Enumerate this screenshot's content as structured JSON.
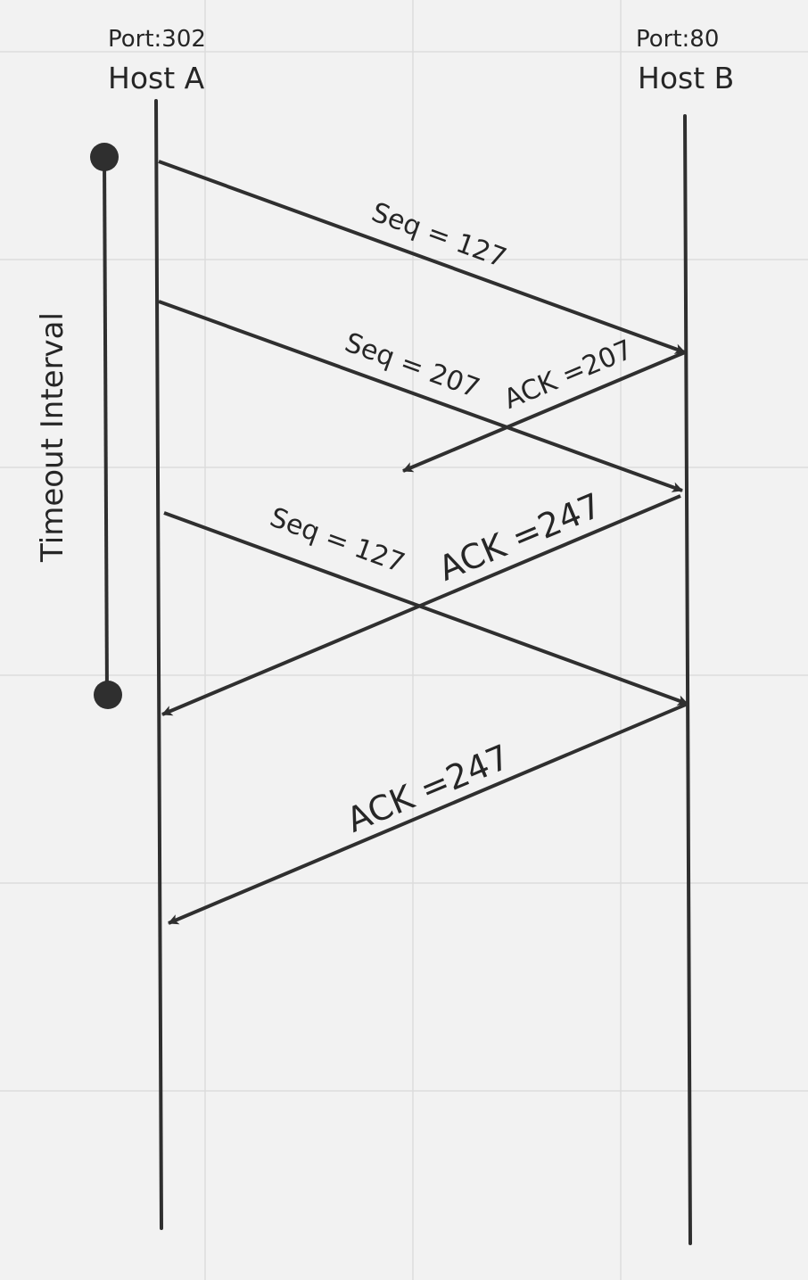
{
  "colors": {
    "background": "#f2f2f2",
    "grid": "#dcdcdc",
    "ink": "#2f2f2f",
    "text": "#262626"
  },
  "hosts": {
    "a": {
      "port": "Port:302",
      "name": "Host A"
    },
    "b": {
      "port": "Port:80",
      "name": "Host B"
    }
  },
  "timeout": {
    "label": "Timeout Interval"
  },
  "messages": [
    {
      "label": "Seq = 127",
      "direction": "A to B"
    },
    {
      "label": "Seq = 207",
      "direction": "A to B"
    },
    {
      "label": "ACK =207",
      "direction": "B to A, ends mid-way"
    },
    {
      "label": "Seq = 127",
      "direction": "A to B"
    },
    {
      "label": "ACK =247",
      "direction": "B to A"
    },
    {
      "label": "ACK =247",
      "direction": "B to A"
    }
  ]
}
